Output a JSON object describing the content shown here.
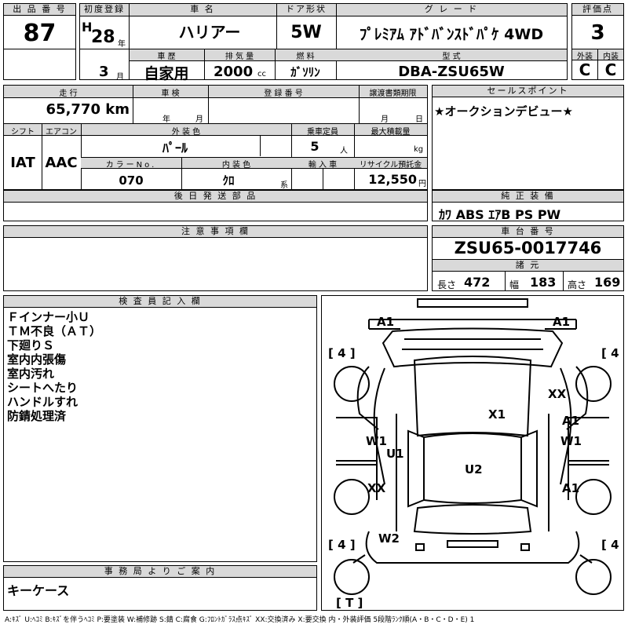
{
  "row1": {
    "lot_no_label": "出 品 番 号",
    "lot_no": "87",
    "first_reg_label": "初度登録",
    "era": "H",
    "year": "28",
    "year_unit": "年",
    "month": "3",
    "month_unit": "月",
    "car_name_label": "車 名",
    "car_name": "ハリアー",
    "door_label": "ドア形状",
    "door": "5W",
    "grade_label": "グ レ ー ド",
    "grade": "ﾌﾟﾚﾐｱﾑ ｱﾄﾞﾊﾞﾝｽﾄﾞﾊﾟｹ 4WD",
    "score_label": "評価点",
    "score": "3",
    "history_label": "車 歴",
    "history": "自家用",
    "displacement_label": "排 気 量",
    "displacement": "2000",
    "displacement_unit": "cc",
    "fuel_label": "燃 料",
    "fuel": "ｶﾞｿﾘﾝ",
    "model_label": "型 式",
    "model": "DBA-ZSU65W",
    "exterior_label": "外装",
    "exterior": "C",
    "interior_label": "内装",
    "interior": "C"
  },
  "row2": {
    "mileage_label": "走 行",
    "mileage": "65,770 km",
    "inspection_label": "車 検",
    "inspection_year": "年",
    "inspection_month": "月",
    "reg_no_label": "登 録 番 号",
    "transfer_label": "譲渡書類期限",
    "transfer_month": "月",
    "transfer_day": "日",
    "selling_label": "セールスポイント",
    "selling_point": "★オークションデビュー★",
    "shift_label": "シフト",
    "shift": "IAT",
    "ac_label": "エアコン",
    "ac": "AAC",
    "ext_color_label": "外 装 色",
    "ext_color": "ﾊﾟｰﾙ",
    "capacity_label": "乗車定員",
    "capacity": "5",
    "capacity_unit": "人",
    "max_load_label": "最大積載量",
    "max_load_unit": "kg",
    "color_no_label": "カラーNo.",
    "color_no": "070",
    "int_color_label": "内 装 色",
    "int_color": "ｸﾛ",
    "int_color_unit": "系",
    "import_label": "輸 入 車",
    "recycle_label": "リサイクル預託金",
    "recycle": "12,550",
    "recycle_unit": "円"
  },
  "equipment": {
    "later_label": "後 日 発 送 部 品",
    "genuine_label": "純 正 装 備",
    "genuine": "ｶﾜ ABS ｴｱB PS PW"
  },
  "notes": {
    "caution_label": "注 意 事 項 欄",
    "chassis_label": "車 台 番 号",
    "chassis": "ZSU65-0017746",
    "spec_label": "諸 元",
    "length_label": "長さ",
    "length": "472",
    "width_label": "幅",
    "width": "183",
    "height_label": "高さ",
    "height": "169"
  },
  "inspector": {
    "label": "検 査 員 記 入 欄",
    "lines": [
      "Ｆインナー小Ｕ",
      "ＴＭ不良（ＡＴ）",
      "下廻りＳ",
      "室内内張傷",
      "室内汚れ",
      "シートへたり",
      "ハンドルすれ",
      "防錆処理済"
    ]
  },
  "office": {
    "label": "事 務 局 よ り ご 案 内",
    "text": "キーケース"
  },
  "diagram": {
    "marks": [
      "A1",
      "A1",
      "4",
      "4",
      "XX",
      "X1",
      "A1",
      "W1",
      "W1",
      "U1",
      "U2",
      "XX",
      "A1",
      "4",
      "W2",
      "4",
      "T"
    ]
  },
  "legend": "A:ｷｽﾞ U:ﾍｺﾐ B:ｷｽﾞを伴うﾍｺﾐ P:要塗装 W:補修跡 S:錆 C:腐食 G:ﾌﾛﾝﾄｶﾞﾗｽ点ｷｽﾞ XX:交換済み X:要交換 内・外装評価 5段階ﾗﾝｸ順(A・B・C・D・E) 1"
}
